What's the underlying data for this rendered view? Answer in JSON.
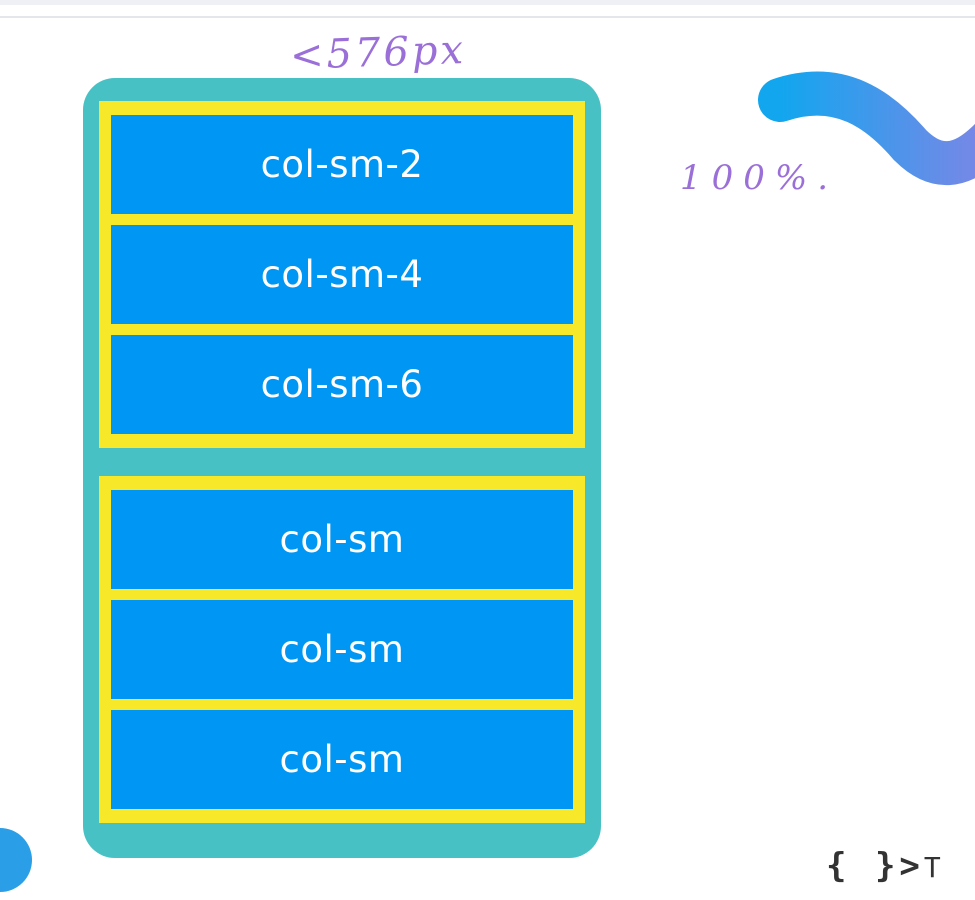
{
  "annotations": {
    "width_note": "<576px",
    "percent_note": "100%."
  },
  "row1": {
    "cols": [
      {
        "label": "col-sm-2"
      },
      {
        "label": "col-sm-4"
      },
      {
        "label": "col-sm-6"
      }
    ]
  },
  "row2": {
    "cols": [
      {
        "label": "col-sm"
      },
      {
        "label": "col-sm"
      },
      {
        "label": "col-sm"
      }
    ]
  },
  "footer": {
    "code_glyph": "{ }>",
    "cut_text": "T"
  },
  "colors": {
    "device_bg": "#48c1c5",
    "row_border": "#f7e82a",
    "col_bg": "#0096f3",
    "ink": "#9b6fd8"
  }
}
